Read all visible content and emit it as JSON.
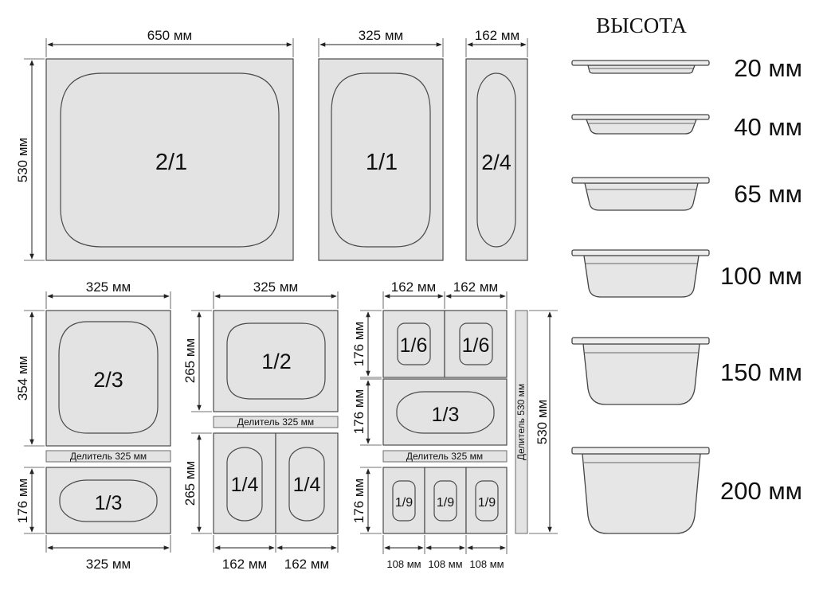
{
  "large_pans": {
    "full_width": "650 мм",
    "full_height": "530 мм",
    "half_width": "325 мм",
    "narrow_width": "162 мм",
    "labels": [
      "2/1",
      "1/1",
      "2/4"
    ]
  },
  "col1": {
    "width_top": "325 мм",
    "height_23": "354 мм",
    "label_23": "2/3",
    "divider": "Делитель 325 мм",
    "height_13": "176 мм",
    "label_13": "1/3",
    "width_bottom": "325 мм"
  },
  "col2": {
    "width_top": "325 мм",
    "height_12": "265 мм",
    "label_12": "1/2",
    "divider": "Делитель 325 мм",
    "height_14": "265 мм",
    "labels_14": [
      "1/4",
      "1/4"
    ],
    "widths_bottom": [
      "162 мм",
      "162 мм"
    ]
  },
  "col3": {
    "widths_top": [
      "162 мм",
      "162 мм"
    ],
    "height_16": "176 мм",
    "labels_16": [
      "1/6",
      "1/6"
    ],
    "height_13": "176 мм",
    "label_13": "1/3",
    "divider": "Делитель 325 мм",
    "height_19": "176 мм",
    "labels_19": [
      "1/9",
      "1/9",
      "1/9"
    ],
    "widths_bottom": [
      "108 мм",
      "108 мм",
      "108 мм"
    ],
    "vertical_divider": "Делитель 530 мм",
    "total_height": "530 мм"
  },
  "heights": {
    "title": "ВЫСОТА",
    "values": [
      "20 мм",
      "40 мм",
      "65 мм",
      "100 мм",
      "150 мм",
      "200 мм"
    ]
  }
}
